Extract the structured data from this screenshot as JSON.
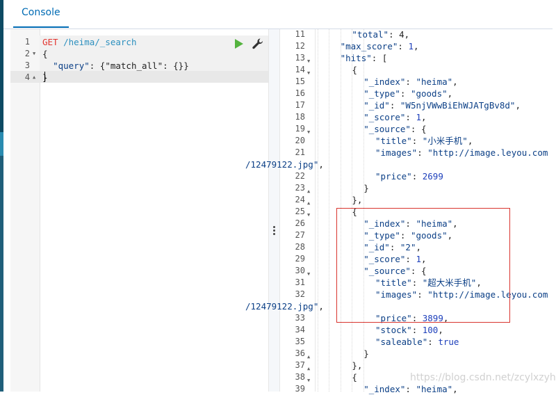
{
  "tabs": {
    "console": "Console"
  },
  "request": {
    "lines": [
      {
        "num": "1",
        "fold": "",
        "method": "GET",
        "path": "/heima/_search"
      },
      {
        "num": "2",
        "fold": "▼",
        "text": "{"
      },
      {
        "num": "3",
        "fold": "",
        "key": "\"query\"",
        "rest": ": {\"match_all\": {}}"
      },
      {
        "num": "4",
        "fold": "▲",
        "text": "}"
      }
    ]
  },
  "response": {
    "lines": [
      {
        "num": "11",
        "fold": "",
        "indent": 3,
        "parts": [
          {
            "t": "\"total\"",
            "c": "key"
          },
          {
            "t": ": 4,",
            "c": "punc"
          }
        ]
      },
      {
        "num": "12",
        "fold": "",
        "indent": 2,
        "parts": [
          {
            "t": "\"max_score\"",
            "c": "key"
          },
          {
            "t": ": ",
            "c": "punc"
          },
          {
            "t": "1",
            "c": "num"
          },
          {
            "t": ",",
            "c": "punc"
          }
        ]
      },
      {
        "num": "13",
        "fold": "▼",
        "indent": 2,
        "parts": [
          {
            "t": "\"hits\"",
            "c": "key"
          },
          {
            "t": ": [",
            "c": "punc"
          }
        ]
      },
      {
        "num": "14",
        "fold": "▼",
        "indent": 3,
        "parts": [
          {
            "t": "{",
            "c": "punc"
          }
        ]
      },
      {
        "num": "15",
        "fold": "",
        "indent": 4,
        "parts": [
          {
            "t": "\"_index\"",
            "c": "key"
          },
          {
            "t": ": ",
            "c": "punc"
          },
          {
            "t": "\"heima\"",
            "c": "str"
          },
          {
            "t": ",",
            "c": "punc"
          }
        ]
      },
      {
        "num": "16",
        "fold": "",
        "indent": 4,
        "parts": [
          {
            "t": "\"_type\"",
            "c": "key"
          },
          {
            "t": ": ",
            "c": "punc"
          },
          {
            "t": "\"goods\"",
            "c": "str"
          },
          {
            "t": ",",
            "c": "punc"
          }
        ]
      },
      {
        "num": "17",
        "fold": "",
        "indent": 4,
        "parts": [
          {
            "t": "\"_id\"",
            "c": "key"
          },
          {
            "t": ": ",
            "c": "punc"
          },
          {
            "t": "\"W5njVWwBiEhWJATgBv8d\"",
            "c": "str"
          },
          {
            "t": ",",
            "c": "punc"
          }
        ]
      },
      {
        "num": "18",
        "fold": "",
        "indent": 4,
        "parts": [
          {
            "t": "\"_score\"",
            "c": "key"
          },
          {
            "t": ": ",
            "c": "punc"
          },
          {
            "t": "1",
            "c": "num"
          },
          {
            "t": ",",
            "c": "punc"
          }
        ]
      },
      {
        "num": "19",
        "fold": "▼",
        "indent": 4,
        "parts": [
          {
            "t": "\"_source\"",
            "c": "key"
          },
          {
            "t": ": {",
            "c": "punc"
          }
        ]
      },
      {
        "num": "20",
        "fold": "",
        "indent": 5,
        "parts": [
          {
            "t": "\"title\"",
            "c": "key"
          },
          {
            "t": ": ",
            "c": "punc"
          },
          {
            "t": "\"小米手机\"",
            "c": "str"
          },
          {
            "t": ",",
            "c": "punc"
          }
        ]
      },
      {
        "num": "21",
        "fold": "",
        "indent": 5,
        "parts": [
          {
            "t": "\"images\"",
            "c": "key"
          },
          {
            "t": ": ",
            "c": "punc"
          },
          {
            "t": "\"http://image.leyou.com",
            "c": "str"
          }
        ]
      },
      {
        "num": "",
        "fold": "",
        "indent": 0,
        "wrap": true,
        "parts": [
          {
            "t": "/12479122.jpg\"",
            "c": "str"
          },
          {
            "t": ",",
            "c": "punc"
          }
        ]
      },
      {
        "num": "22",
        "fold": "",
        "indent": 5,
        "parts": [
          {
            "t": "\"price\"",
            "c": "key"
          },
          {
            "t": ": ",
            "c": "punc"
          },
          {
            "t": "2699",
            "c": "num"
          }
        ]
      },
      {
        "num": "23",
        "fold": "▲",
        "indent": 4,
        "parts": [
          {
            "t": "}",
            "c": "punc"
          }
        ]
      },
      {
        "num": "24",
        "fold": "▲",
        "indent": 3,
        "parts": [
          {
            "t": "},",
            "c": "punc"
          }
        ]
      },
      {
        "num": "25",
        "fold": "▼",
        "indent": 3,
        "parts": [
          {
            "t": "{",
            "c": "punc"
          }
        ]
      },
      {
        "num": "26",
        "fold": "",
        "indent": 4,
        "parts": [
          {
            "t": "\"_index\"",
            "c": "key"
          },
          {
            "t": ": ",
            "c": "punc"
          },
          {
            "t": "\"heima\"",
            "c": "str"
          },
          {
            "t": ",",
            "c": "punc"
          }
        ]
      },
      {
        "num": "27",
        "fold": "",
        "indent": 4,
        "parts": [
          {
            "t": "\"_type\"",
            "c": "key"
          },
          {
            "t": ": ",
            "c": "punc"
          },
          {
            "t": "\"goods\"",
            "c": "str"
          },
          {
            "t": ",",
            "c": "punc"
          }
        ]
      },
      {
        "num": "28",
        "fold": "",
        "indent": 4,
        "parts": [
          {
            "t": "\"_id\"",
            "c": "key"
          },
          {
            "t": ": ",
            "c": "punc"
          },
          {
            "t": "\"2\"",
            "c": "str"
          },
          {
            "t": ",",
            "c": "punc"
          }
        ]
      },
      {
        "num": "29",
        "fold": "",
        "indent": 4,
        "parts": [
          {
            "t": "\"_score\"",
            "c": "key"
          },
          {
            "t": ": ",
            "c": "punc"
          },
          {
            "t": "1",
            "c": "num"
          },
          {
            "t": ",",
            "c": "punc"
          }
        ]
      },
      {
        "num": "30",
        "fold": "▼",
        "indent": 4,
        "parts": [
          {
            "t": "\"_source\"",
            "c": "key"
          },
          {
            "t": ": {",
            "c": "punc"
          }
        ]
      },
      {
        "num": "31",
        "fold": "",
        "indent": 5,
        "parts": [
          {
            "t": "\"title\"",
            "c": "key"
          },
          {
            "t": ": ",
            "c": "punc"
          },
          {
            "t": "\"超大米手机\"",
            "c": "str"
          },
          {
            "t": ",",
            "c": "punc"
          }
        ]
      },
      {
        "num": "32",
        "fold": "",
        "indent": 5,
        "parts": [
          {
            "t": "\"images\"",
            "c": "key"
          },
          {
            "t": ": ",
            "c": "punc"
          },
          {
            "t": "\"http://image.leyou.com",
            "c": "str"
          }
        ]
      },
      {
        "num": "",
        "fold": "",
        "indent": 0,
        "wrap": true,
        "parts": [
          {
            "t": "/12479122.jpg\"",
            "c": "str"
          },
          {
            "t": ",",
            "c": "punc"
          }
        ]
      },
      {
        "num": "33",
        "fold": "",
        "indent": 5,
        "parts": [
          {
            "t": "\"price\"",
            "c": "key"
          },
          {
            "t": ": ",
            "c": "punc"
          },
          {
            "t": "3899",
            "c": "num"
          },
          {
            "t": ",",
            "c": "punc"
          }
        ]
      },
      {
        "num": "34",
        "fold": "",
        "indent": 5,
        "parts": [
          {
            "t": "\"stock\"",
            "c": "key"
          },
          {
            "t": ": ",
            "c": "punc"
          },
          {
            "t": "100",
            "c": "num"
          },
          {
            "t": ",",
            "c": "punc"
          }
        ]
      },
      {
        "num": "35",
        "fold": "",
        "indent": 5,
        "parts": [
          {
            "t": "\"saleable\"",
            "c": "key"
          },
          {
            "t": ": ",
            "c": "punc"
          },
          {
            "t": "true",
            "c": "bool"
          }
        ]
      },
      {
        "num": "36",
        "fold": "▲",
        "indent": 4,
        "parts": [
          {
            "t": "}",
            "c": "punc"
          }
        ]
      },
      {
        "num": "37",
        "fold": "▲",
        "indent": 3,
        "parts": [
          {
            "t": "},",
            "c": "punc"
          }
        ]
      },
      {
        "num": "38",
        "fold": "▼",
        "indent": 3,
        "parts": [
          {
            "t": "{",
            "c": "punc"
          }
        ]
      },
      {
        "num": "39",
        "fold": "",
        "indent": 4,
        "parts": [
          {
            "t": "\"_index\"",
            "c": "key"
          },
          {
            "t": ": ",
            "c": "punc"
          },
          {
            "t": "\"heima\"",
            "c": "str"
          },
          {
            "t": ",",
            "c": "punc"
          }
        ]
      }
    ]
  },
  "watermark": "https://blog.csdn.net/zcylxzyh",
  "colors": {
    "accent": "#006bb4",
    "play": "#54b33e",
    "highlight": "#d9332d"
  }
}
